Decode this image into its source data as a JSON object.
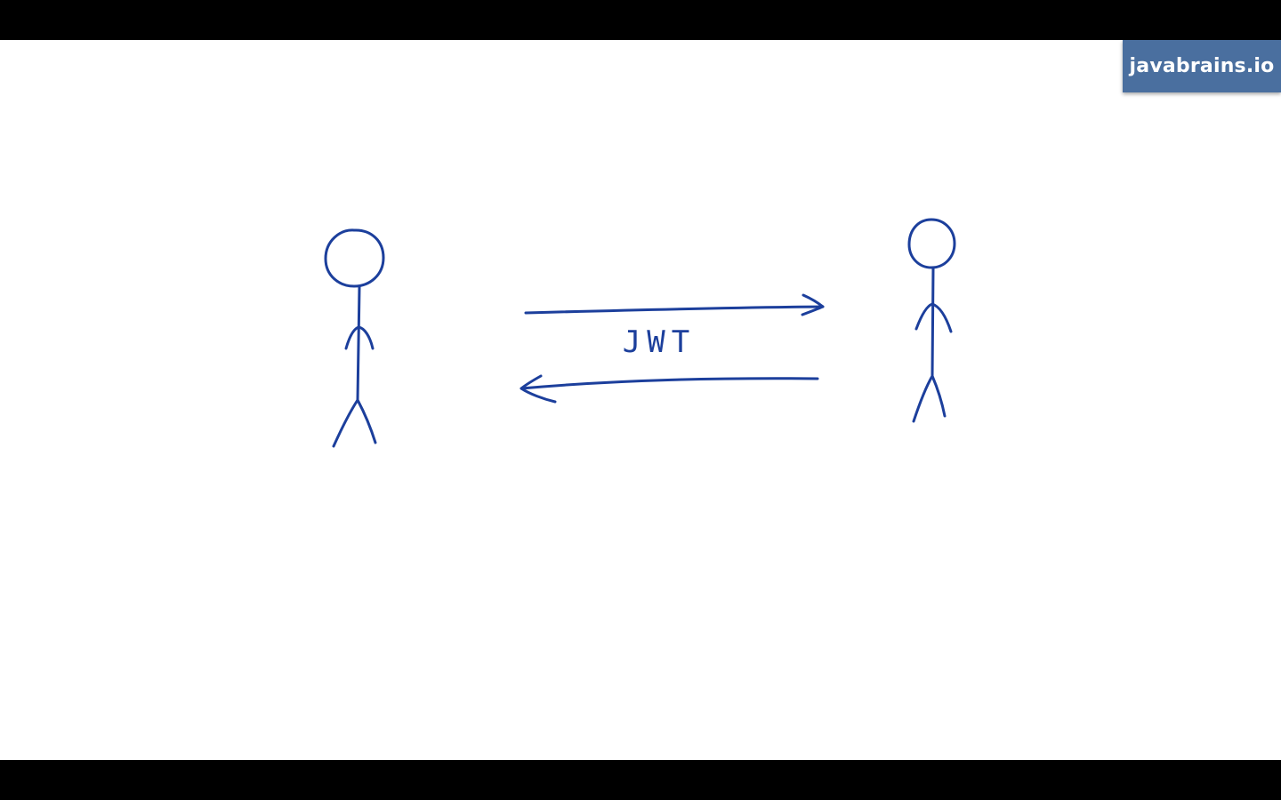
{
  "brand": {
    "text": "javabrains.io",
    "background": "#4a6f9f"
  },
  "diagram": {
    "exchange_label": "JWT",
    "ink_color": "#1c3f9c",
    "figures": [
      "person-left",
      "person-right"
    ],
    "arrows": [
      "right",
      "left"
    ]
  }
}
